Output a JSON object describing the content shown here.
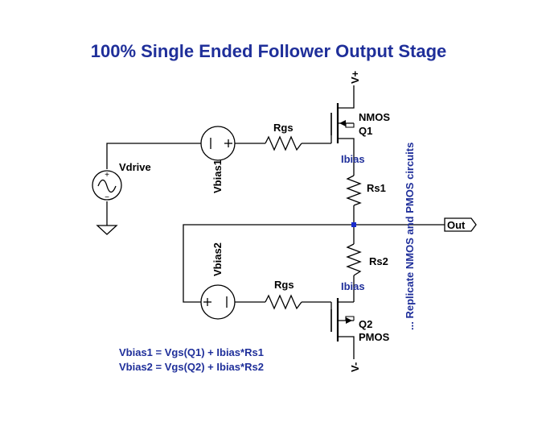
{
  "title": "100% Single Ended Follower Output Stage",
  "colors": {
    "annotation": "#1f2f9a",
    "wire": "#000000",
    "node": "#1a2ccc",
    "background": "#ffffff"
  },
  "components": {
    "vdrive": "Vdrive",
    "vbias1": "Vbias1",
    "vbias2": "Vbias2",
    "rgs_top": "Rgs",
    "rgs_bottom": "Rgs",
    "rs1": "Rs1",
    "rs2": "Rs2",
    "q1_type": "NMOS",
    "q1_name": "Q1",
    "q2_name": "Q2",
    "q2_type": "PMOS",
    "ibias_top": "Ibias",
    "ibias_bottom": "Ibias"
  },
  "rails": {
    "positive": "V+",
    "negative": "V-"
  },
  "output_label": "Out",
  "side_note": "... Replicate NMOS and PMOS circuits",
  "equations": [
    "Vbias1 = Vgs(Q1) +  Ibias*Rs1",
    "Vbias2  = Vgs(Q2) + Ibias*Rs2"
  ],
  "source_signs": {
    "plus": "+",
    "minus": "−"
  }
}
